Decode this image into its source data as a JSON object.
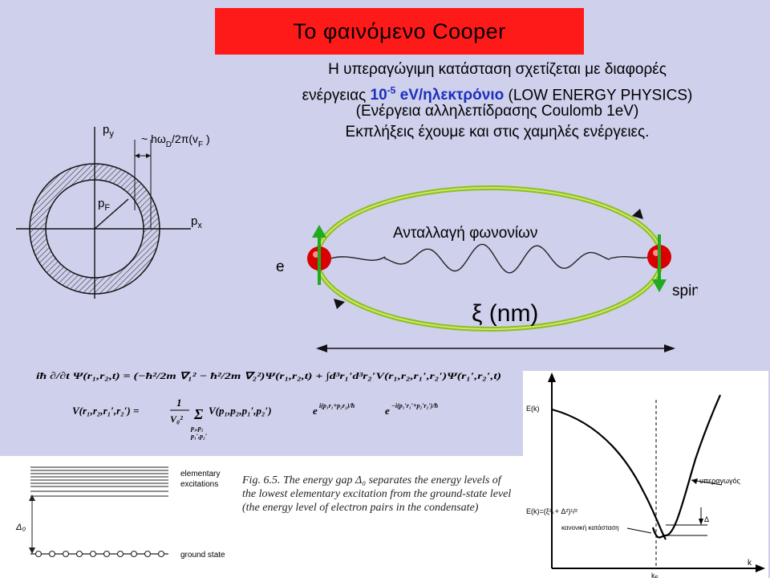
{
  "slide": {
    "title": "Το φαινόμενο Cooper",
    "intro": {
      "line1": "Η υπεραγώγιμη κατάσταση σχετίζεται με διαφορές",
      "line2_pre": "ενέργειας ",
      "line2_mant": "10",
      "line2_exp": "-5",
      "line2_unit": " eV/ηλεκτρόνιο",
      "line2_post": "  (LOW ENERGY PHYSICS)",
      "line3": "(Ενέργεια αλληλεπίδρασης  Coulomb 1eV)",
      "line4": "Εκπλήξεις έχουμε και στις χαμηλές ενέργειες."
    }
  },
  "fermi_diagram": {
    "py": "p",
    "py_sub": "y",
    "px": "p",
    "px_sub": "x",
    "pf": "p",
    "pf_sub": "F",
    "shell_a": "~ hω",
    "shell_b": "D",
    "shell_c": "/2π(v",
    "shell_d": "F",
    "shell_e": " )"
  },
  "cooper_pair": {
    "phonon_label": "Ανταλλαγή φωνονίων",
    "electron_label": "e",
    "spin_label": "spin",
    "length_label": "ξ (nm)"
  },
  "equations": {
    "eq1": "iħ ∂/∂t Ψ(r₁,r₂,t) = (−ħ²/2m ∇₁² − ħ²/2m ∇₂²)Ψ(r₁,r₂,t) + ∫d³r₁′d³r₂′V(r₁,r₂,r₁′,r₂′)Ψ(r₁′,r₂′,t)",
    "eq2_lhs": "V(r₁,r₂,r₁′,r₂′) =",
    "eq2_frac_num": "1",
    "eq2_frac_den": "V₀²",
    "eq2_sum": "Σ",
    "eq2_sum_sub1": "p₁,p₂",
    "eq2_sum_sub2": "p₁′,p₂′",
    "eq2_body": "V(p₁,p₂,p₁′,p₂′)",
    "eq2_exp1": "i(p₁r₁+p₂r₂)/ħ",
    "eq2_e": "e",
    "eq2_exp2": "−i(p₁′r₁′+p₂′r₂′)/ħ"
  },
  "level_figure": {
    "label_elementary_1": "elementary",
    "label_elementary_2": "excitations",
    "label_ground": "ground state",
    "gap_label": "Δ₀",
    "caption": "Fig. 6.5. The energy gap Δ₀ separates the energy levels of the lowest elementary excitation from the ground-state level (the energy level of electron pairs in the condensate)"
  },
  "dispersion_graph": {
    "y_label": "E(k)",
    "x_label": "k",
    "kf_label": "k",
    "kf_sub": "F",
    "super_label": "υπεραγωγός",
    "normal_label": "κανονική κατάσταση",
    "formula": "E(k)=(ξ²ₖ+ Δ²)¹/²",
    "delta_label": "Δ"
  },
  "colors": {
    "background": "#cfd0ec",
    "title_bg": "#ff1a1a",
    "highlight": "#1c2fbf",
    "orbit": "#9acd32",
    "electron": "#d90000",
    "spin_arrow": "#1faa1f"
  }
}
